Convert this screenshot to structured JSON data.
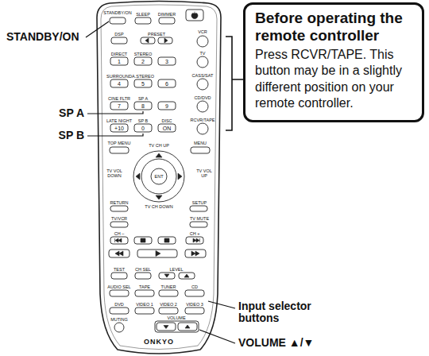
{
  "diagram": {
    "nodes": [
      {
        "text": [
          "Before operating the remote controller",
          "Press RCVR/TAPE. This button may be in a slightly different position on your remote controller."
        ]
      }
    ],
    "labels": [
      "STANDBY/ON",
      "SP A",
      "SP B",
      "Input selector buttons",
      "VOLUME ▲/▼",
      "STANDBY/ON",
      "SLEEP",
      "DIMMER",
      "DSP",
      "PRESET",
      "VCR",
      "DIRECT",
      "STEREO",
      "1",
      "2",
      "3",
      "TV",
      "SURROUND",
      "A.STEREO",
      "4",
      "5",
      "6",
      "CASS/SAT",
      "CINE FLTR",
      "SP A",
      "7",
      "8",
      "9",
      "CD/DVD",
      "LATE NIGHT",
      "SP B",
      "DISC",
      "+10",
      "0",
      "ON",
      "RCVR/TAPE",
      "TOP MENU",
      "TV CH UP",
      "MENU",
      "TV VOL DOWN",
      "ENT",
      "TV VOL UP",
      "RETURN",
      "SETUP",
      "TV CH DOWN",
      "TV/VCR",
      "TV MUTE",
      "CH –",
      "CH +",
      "TEST",
      "CH SEL",
      "LEVEL",
      "AUDIO SEL",
      "TAPE",
      "TUNER",
      "CD",
      "DVD",
      "VIDEO 1",
      "VIDEO 2",
      "VIDEO 3",
      "MUTING",
      "VOLUME",
      "ONKYO"
    ]
  }
}
